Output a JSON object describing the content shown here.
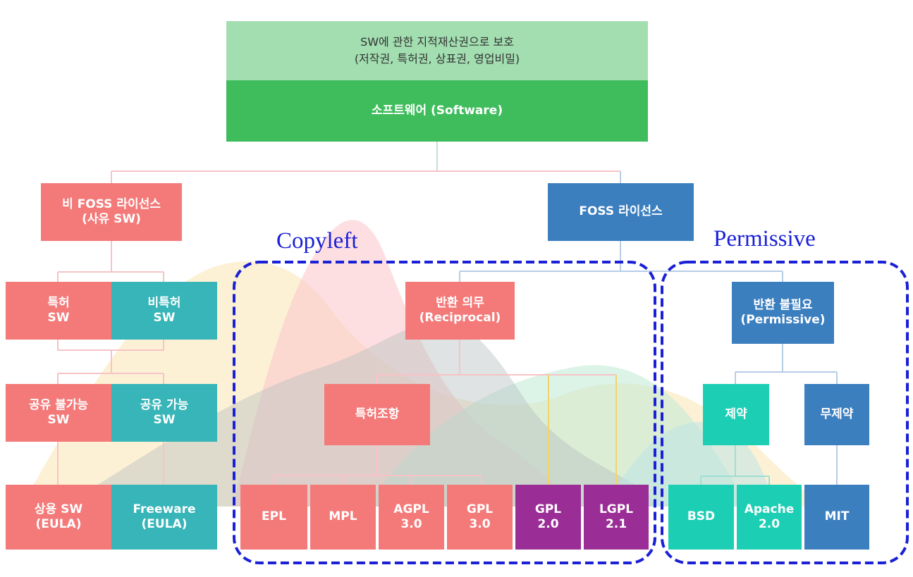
{
  "colors": {
    "header_light": "#a2deb0",
    "header_dark": "#3fbd5c",
    "red": "#f47a7a",
    "teal": "#37b5b8",
    "blue": "#3c7fbf",
    "mint": "#1ccfb4",
    "purple": "#9b2e96",
    "dash": "#1a20d6"
  },
  "root": {
    "protection_line1": "SW에 관한 지적재산권으로 보호",
    "protection_line2": "(저작권, 특허권, 상표권, 영업비밀)",
    "software": "소프트웨어 (Software)"
  },
  "non_foss": {
    "line1": "비 FOSS 라이선스",
    "line2": "(사유 SW)",
    "patent": [
      "특허",
      "SW"
    ],
    "non_patent": [
      "비특허",
      "SW"
    ],
    "not_shareable": [
      "공유 불가능",
      "SW"
    ],
    "shareable": [
      "공유 가능",
      "SW"
    ],
    "commercial": [
      "상용 SW",
      "(EULA)"
    ],
    "freeware": [
      "Freeware",
      "(EULA)"
    ]
  },
  "foss": {
    "label": "FOSS 라이선스",
    "reciprocal": [
      "반환 의무",
      "(Reciprocal)"
    ],
    "patent_clause": "특허조항",
    "permissive": [
      "반환 불필요",
      "(Permissive)"
    ],
    "restricted": "제약",
    "unrestricted": "무제약"
  },
  "licenses": {
    "epl": [
      "EPL"
    ],
    "mpl": [
      "MPL"
    ],
    "agpl": [
      "AGPL",
      "3.0"
    ],
    "gpl3": [
      "GPL",
      "3.0"
    ],
    "gpl2": [
      "GPL",
      "2.0"
    ],
    "lgpl": [
      "LGPL",
      "2.1"
    ],
    "bsd": [
      "BSD"
    ],
    "apache": [
      "Apache",
      "2.0"
    ],
    "mit": [
      "MIT"
    ]
  },
  "groups": {
    "copyleft": "Copyleft",
    "permissive": "Permissive"
  }
}
